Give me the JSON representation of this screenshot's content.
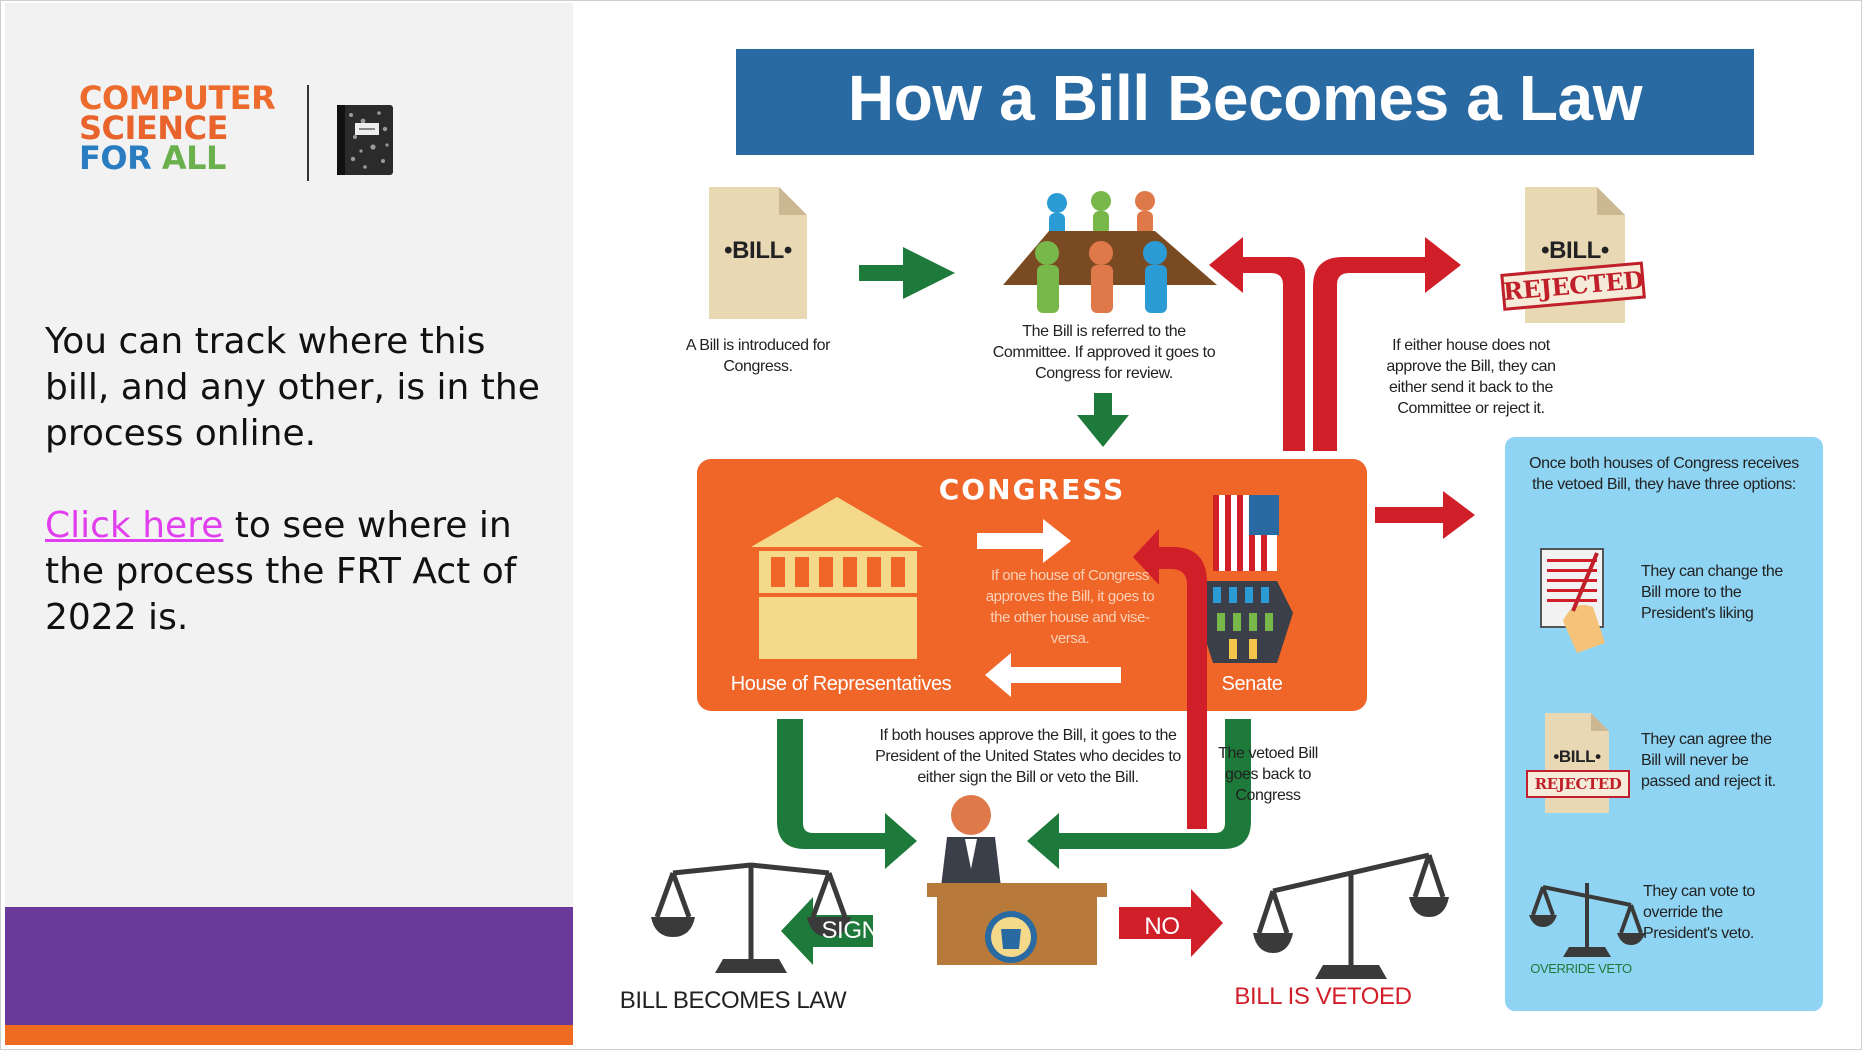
{
  "slide": {
    "logo": {
      "line1": "COMPUTER",
      "line2": "SCIENCE",
      "line3a": "FOR ",
      "line3b": "ALL"
    },
    "paragraph1": "You can track where this bill, and any other, is in the process online.",
    "link_text": "Click here",
    "paragraph2_rest": " to see where in the process the FRT Act of 2022 is."
  },
  "infographic": {
    "title": "How a Bill Becomes a Law",
    "bill_doc": "•BILL•",
    "bill_intro": "A Bill is introduced for Congress.",
    "committee": "The Bill is referred to the Committee. If approved it goes to Congress for review.",
    "rejected_stamp": "REJECTED",
    "either_house": "If either house does not approve the Bill, they can either send it back to the Committee or reject it.",
    "congress_label": "CONGRESS",
    "congress_desc": "If one house of Congress approves the Bill, it goes to the other house and vise-versa.",
    "house_label": "House of Representatives",
    "senate_label": "Senate",
    "both_houses": "If both houses approve the Bill, it goes to the President of the United States who decides to either sign the Bill or veto the Bill.",
    "vetoed_back": "The vetoed Bill goes back to Congress",
    "sign": "SIGN",
    "no_sign": "NO SIGN",
    "becomes_law": "BILL BECOMES LAW",
    "is_vetoed": "BILL IS VETOED",
    "options_header": "Once both houses of Congress receives the vetoed Bill, they have three options:",
    "option1": "They can change the Bill more to the President's liking",
    "option2": "They can agree the Bill will never be passed and reject it.",
    "option3": "They can vote to override the President's veto.",
    "override_label": "OVERRIDE VETO"
  },
  "colors": {
    "purple": "#6a3a9a",
    "orange": "#ef6b1f",
    "link": "#e13ef0",
    "title_bar": "#2a6aa3",
    "congress": "#f06528",
    "green_arrow": "#1e7a3a",
    "red_arrow": "#d11f2a",
    "options_panel": "#8fd4f2"
  }
}
